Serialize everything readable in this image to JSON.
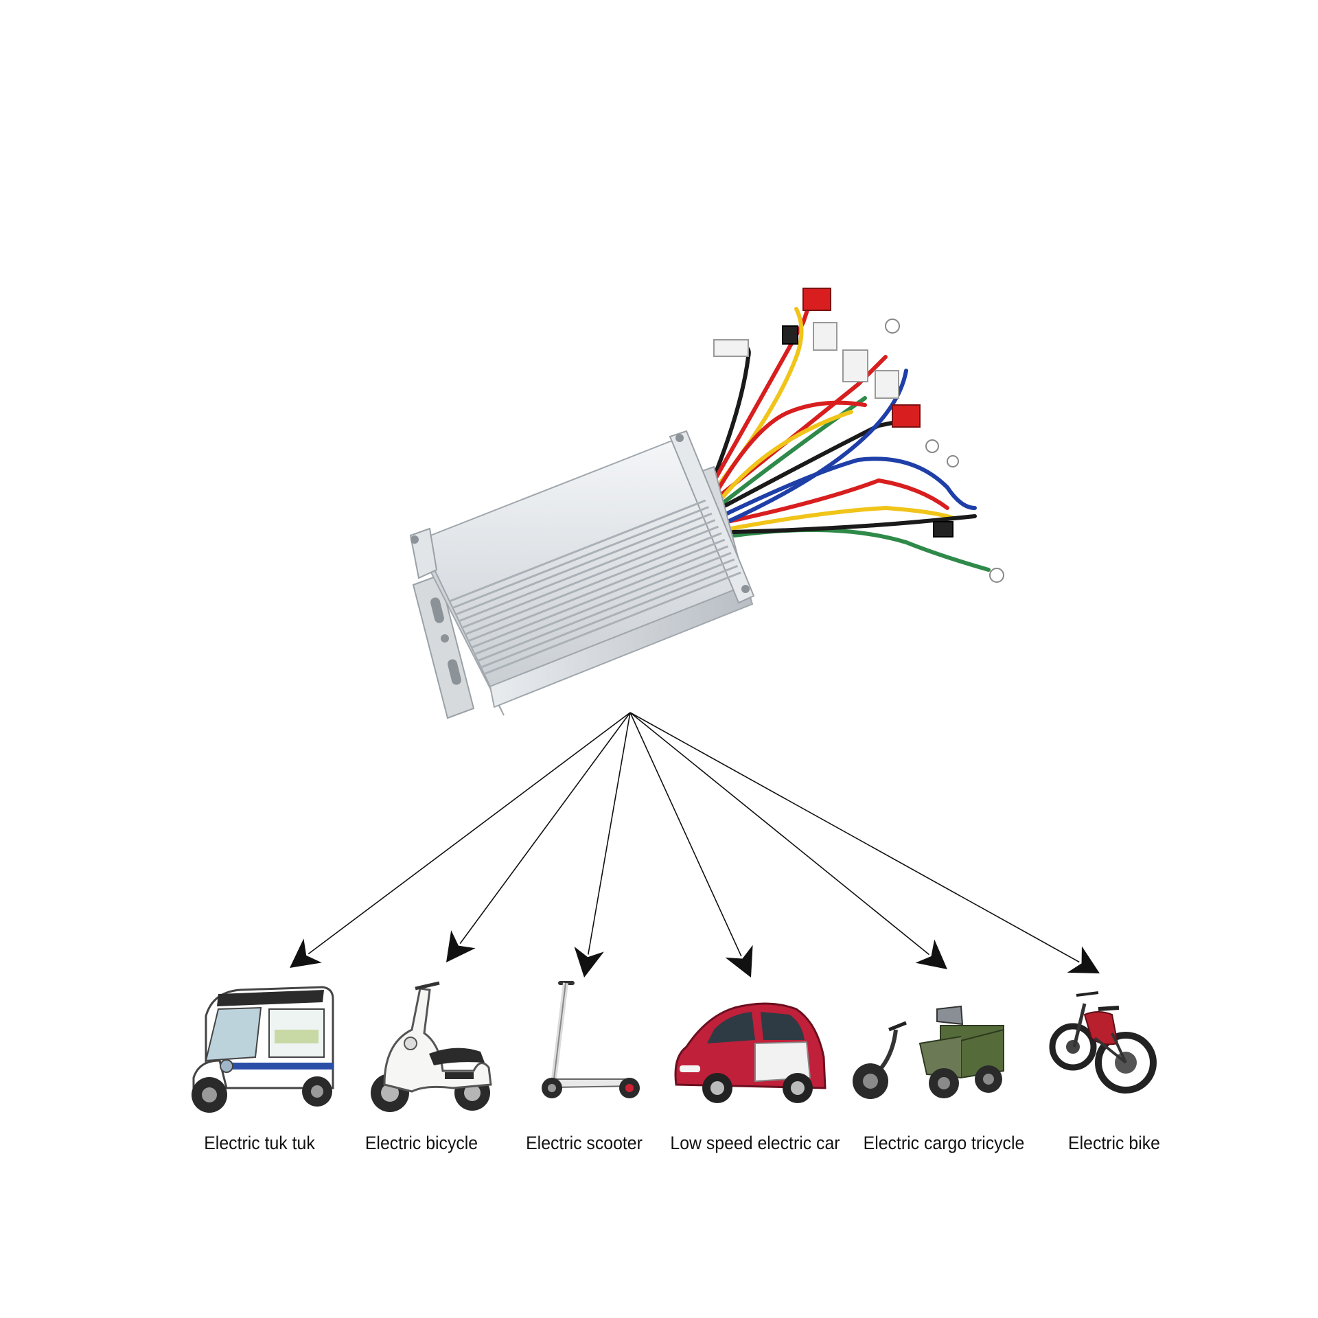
{
  "colors": {
    "background": "#ffffff",
    "arrow": "#111111",
    "controller_body": "#dfe3e6",
    "wire_red": "#d81e1e",
    "wire_blue": "#1f3fa8",
    "wire_yellow": "#f0c419",
    "wire_green": "#2f8a4a",
    "wire_black": "#1a1a1a",
    "car_red": "#c0203a",
    "cargo_green": "#556b3a"
  },
  "controller": {
    "icon": "ev-motor-controller-icon"
  },
  "targets": [
    {
      "label": "Electric tuk tuk",
      "icon": "tuk-tuk-icon"
    },
    {
      "label": "Electric bicycle",
      "icon": "electric-moped-icon"
    },
    {
      "label": "Electric scooter",
      "icon": "kick-scooter-icon"
    },
    {
      "label": "Low speed electric car",
      "icon": "small-car-icon"
    },
    {
      "label": "Electric cargo tricycle",
      "icon": "cargo-tricycle-icon"
    },
    {
      "label": "Electric bike",
      "icon": "electric-bike-icon"
    }
  ]
}
